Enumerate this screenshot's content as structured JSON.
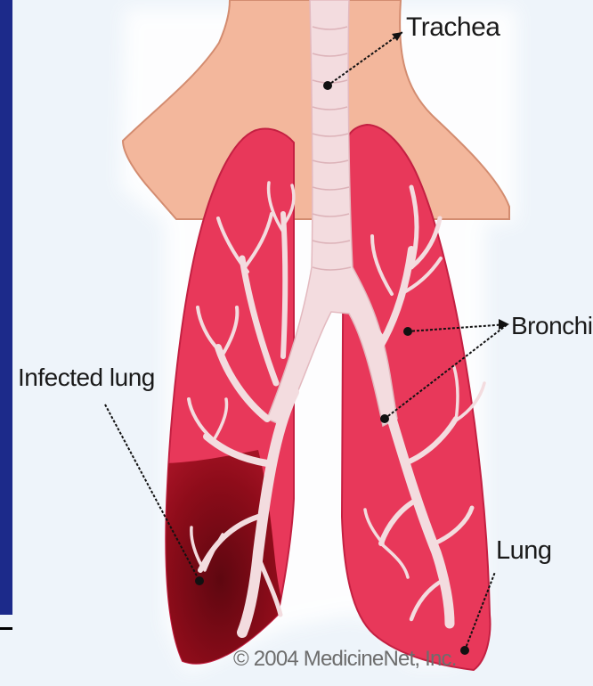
{
  "labels": {
    "trachea": "Trachea",
    "bronchi": "Bronchi",
    "infected_lung": "Infected lung",
    "lung": "Lung"
  },
  "copyright": "© 2004 MedicineNet, Inc.",
  "colors": {
    "background": "#eef4fa",
    "side_bar": "#1c2a8a",
    "skin": "#f3b79c",
    "lung": "#e8385a",
    "infected": "#8e0c1a",
    "airway": "#f3dcdf"
  }
}
